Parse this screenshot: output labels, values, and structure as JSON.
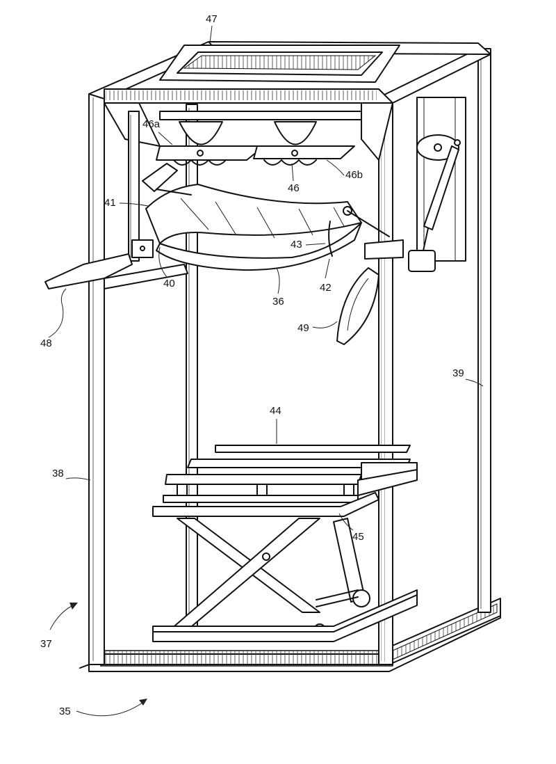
{
  "labels": {
    "l35": "35",
    "l36": "36",
    "l37": "37",
    "l38": "38",
    "l39": "39",
    "l40": "40",
    "l41": "41",
    "l42": "42",
    "l43": "43",
    "l44": "44",
    "l45": "45",
    "l46": "46",
    "l46a": "46a",
    "l46b": "46b",
    "l47": "47",
    "l48": "48",
    "l49": "49"
  }
}
